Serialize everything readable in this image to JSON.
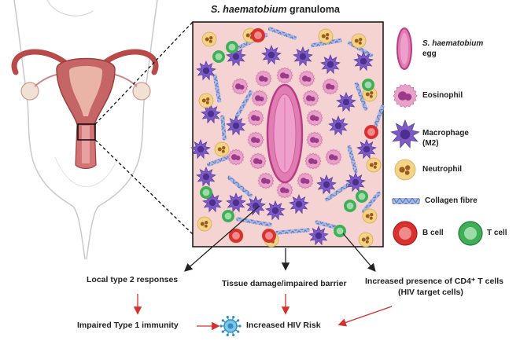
{
  "title": {
    "species": "S. haematobium",
    "suffix": "granuloma"
  },
  "legend": {
    "egg_species": "S. haematobium",
    "egg_word": "egg",
    "eosinophil": "Eosinophil",
    "macrophage": "Macrophage",
    "macrophage_sub": "(M2)",
    "neutrophil": "Neutrophil",
    "collagen": "Collagen fibre",
    "bcell": "B cell",
    "tcell": "T cell"
  },
  "outcomes": {
    "local": "Local type 2 responses",
    "damage": "Tissue damage/impaired barrier",
    "cd4_line1": "Increased presence of CD4⁺ T cells",
    "cd4_line2": "(HIV target cells)",
    "impaired": "Impaired Type 1 immunity",
    "hiv": "Increased HIV Risk"
  },
  "colors": {
    "tissue": "#f5d3d3",
    "egg": "#d9579b",
    "eosinophil": "#e8a1c9",
    "macrophage": "#7d5bc4",
    "neutrophil": "#f3d28a",
    "bcell": "#d8312f",
    "tcell": "#3fae56",
    "arrow_red": "#d6302b"
  }
}
